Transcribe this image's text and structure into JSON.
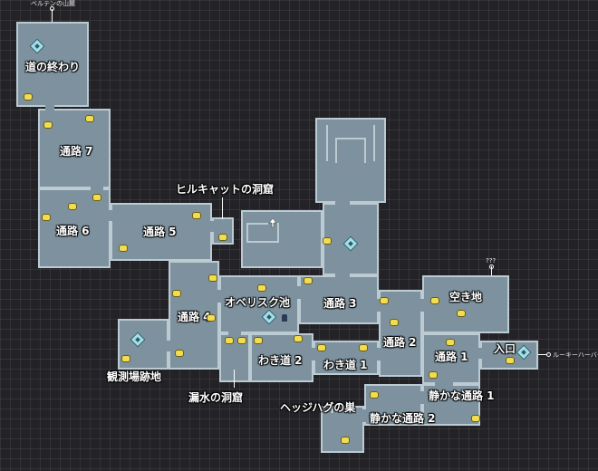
{
  "map": {
    "rooms": [
      {
        "key": "michi_no_owari",
        "label": "道の終わり"
      },
      {
        "key": "tsuro7",
        "label": "通路 7"
      },
      {
        "key": "tsuro6",
        "label": "通路 6"
      },
      {
        "key": "tsuro5",
        "label": "通路 5"
      },
      {
        "key": "tsuro4",
        "label": "通路 4"
      },
      {
        "key": "obelisk_ike",
        "label": "オベリスク池"
      },
      {
        "key": "tsuro3",
        "label": "通路 3"
      },
      {
        "key": "akichi",
        "label": "空き地"
      },
      {
        "key": "tsuro2",
        "label": "通路 2"
      },
      {
        "key": "tsuro1",
        "label": "通路 1"
      },
      {
        "key": "iriguchi",
        "label": "入口"
      },
      {
        "key": "wakimichi2",
        "label": "わき道 2"
      },
      {
        "key": "wakimichi1",
        "label": "わき道 1"
      },
      {
        "key": "kansokujo",
        "label": "観測場跡地"
      },
      {
        "key": "rousui",
        "label": "漏水の洞窟"
      },
      {
        "key": "hedgehog",
        "label": "ヘッジハグの巣"
      },
      {
        "key": "shizuka2",
        "label": "静かな通路 2"
      },
      {
        "key": "shizuka1",
        "label": "静かな通路 1"
      },
      {
        "key": "hirukyat",
        "label": "ヒルキャットの洞窟"
      }
    ],
    "exits": {
      "north": "ベルテンの山麓",
      "east": "ルーキーハーバー",
      "unknown": "???"
    }
  },
  "colors": {
    "background": "#232327",
    "room_fill": "#7d929e",
    "room_border": "#bccad2",
    "coin": "#f1dc52",
    "waypoint": "#a5dfe8"
  },
  "icons": [
    "coin-marker-icon",
    "waypoint-diamond-icon",
    "up-arrow-icon",
    "exit-pin-icon"
  ]
}
